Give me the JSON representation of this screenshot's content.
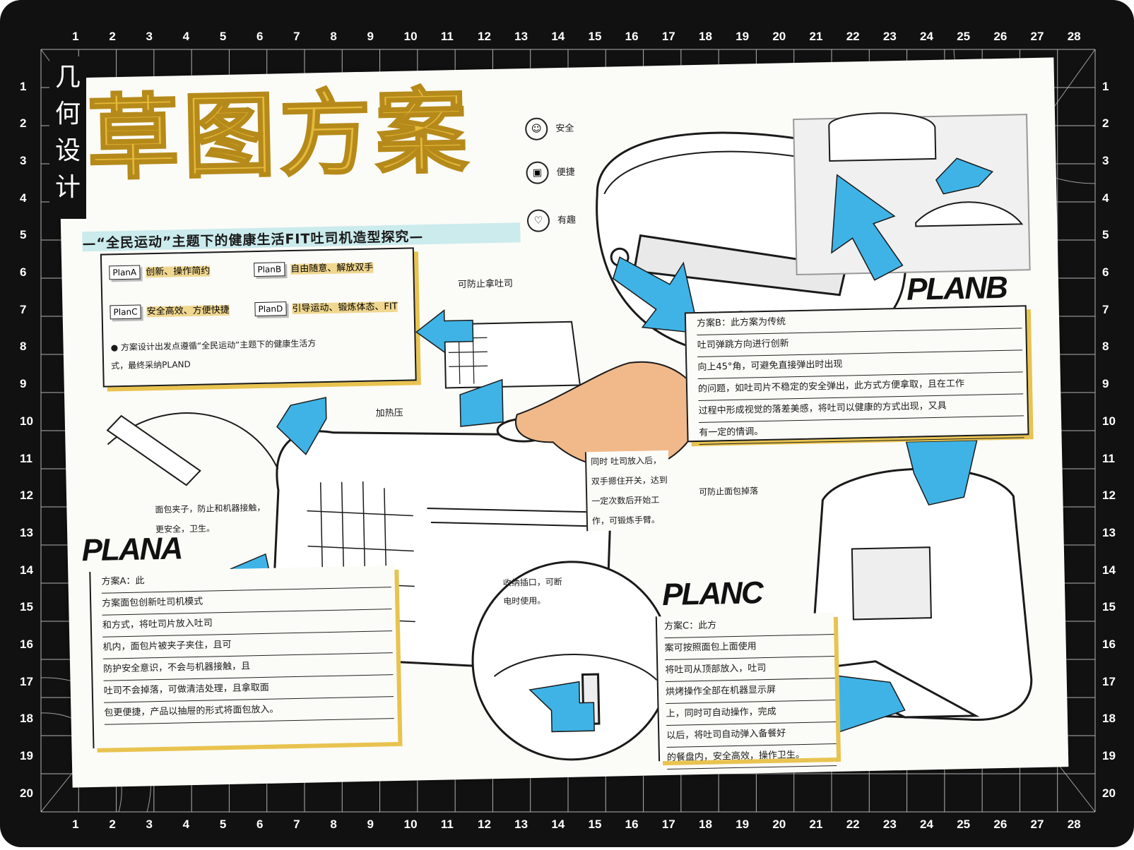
{
  "side_label": [
    "几",
    "何",
    "设",
    "计"
  ],
  "ruler": {
    "top": [
      "1",
      "2",
      "3",
      "4",
      "5",
      "6",
      "7",
      "8",
      "9",
      "10",
      "11",
      "12",
      "13",
      "14",
      "15",
      "16",
      "17",
      "18",
      "19",
      "20",
      "21",
      "22",
      "23",
      "24",
      "25",
      "26",
      "27",
      "28"
    ],
    "left": [
      "1",
      "2",
      "3",
      "4",
      "5",
      "6",
      "7",
      "8",
      "9",
      "10",
      "11",
      "12",
      "13",
      "14",
      "15",
      "16",
      "17",
      "18",
      "19",
      "20"
    ]
  },
  "title": "草图方案",
  "subtitle": "—“全民运动”主题下的健康生活FIT吐司机造型探究—",
  "icons": [
    {
      "name": "safety-icon",
      "label": "安全"
    },
    {
      "name": "convenience-icon",
      "label": "便捷"
    },
    {
      "name": "fun-icon",
      "label": "有趣"
    }
  ],
  "plans_legend": {
    "items": [
      {
        "tag": "PlanA",
        "text": "创新、操作简约"
      },
      {
        "tag": "PlanB",
        "text": "自由随意、解放双手"
      },
      {
        "tag": "PlanC",
        "text": "安全高效、方便快捷"
      },
      {
        "tag": "PlanD",
        "text": "引导运动、锻炼体态、FIT"
      }
    ],
    "conclusion": "● 方案设计出发点遵循“全民运动”主题下的健康生活方式，最终采纳PLAND"
  },
  "sketch_notes": {
    "slot_note": "可防止拿吐司",
    "heat_note": "加热压",
    "press_note": "同时 吐司放入后，双手摁住开关，达到一定次数后开始工作，可锻炼手臂。",
    "planA_side": "面包夹子，防止和机器接触，更安全，卫生。",
    "planC_side": "可防止面包掉落",
    "cord_note": "收纳插口，可断电时使用。"
  },
  "plan_a": {
    "label": "PLANA",
    "lines": [
      "方案A：此",
      "方案面包创新吐司机模式",
      "和方式，将吐司片放入吐司",
      "机内，面包片被夹子夹住，且可",
      "防护安全意识，不会与机器接触，且",
      "吐司不会掉落，可做清洁处理，且拿取面",
      "包更便捷，产品以抽屉的形式将面包放入。"
    ]
  },
  "plan_b": {
    "label": "PLANB",
    "lines": [
      "方案B：此方案为传统",
      "吐司弹跳方向进行创新",
      "向上45°角，可避免直接弹出时出现",
      "的问题，如吐司片不稳定的安全弹出，此方式方便拿取，且在工作",
      "过程中形成视觉的落差美感，将吐司以健康的方式出现，又具",
      "有一定的情调。"
    ]
  },
  "plan_c": {
    "label": "PLANC",
    "lines": [
      "方案C：此方",
      "案可按照面包上面使用",
      "将吐司从顶部放入，吐司",
      "烘烤操作全部在机器显示屏",
      "上，同时可自动操作，完成",
      "以后，将吐司自动弹入备餐好",
      "的餐盘内，安全高效，操作卫生。"
    ]
  },
  "colors": {
    "mat": "#111111",
    "paper": "#fbfbf7",
    "title_yellow": "#e5b93a",
    "marker_yellow": "#f0d790",
    "arrow_blue": "#3fb3e6",
    "skin": "#f1b98a"
  }
}
